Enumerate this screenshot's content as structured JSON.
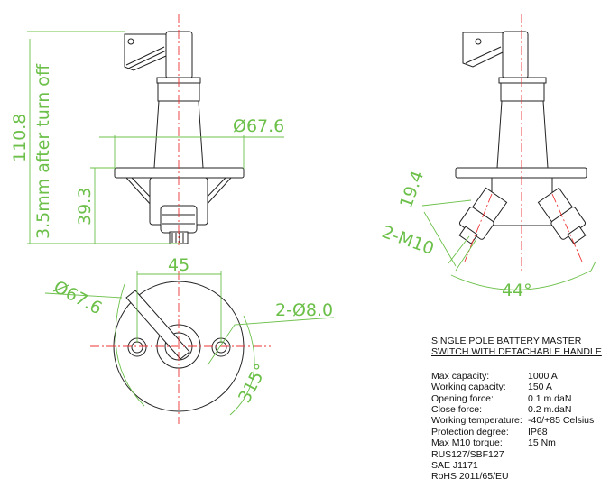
{
  "dimensions": {
    "height_total": "110.8",
    "height_note": "3.5mm after turn off",
    "height_lower": "39.3",
    "flange_diameter_side": "Ø67.6",
    "terminal_height": "19.4",
    "terminal_thread": "2-M10",
    "terminal_angle": "44°",
    "hole_spacing": "45",
    "flange_diameter_bottom": "Ø67.6",
    "hole_diameter": "2-Ø8.0",
    "rotation_angle": "315°"
  },
  "spec": {
    "title_line1": "SINGLE POLE BATTERY MASTER",
    "title_line2": "SWITCH WITH DETACHABLE HANDLE",
    "rows": [
      {
        "label": "Max capacity:",
        "value": "1000 A"
      },
      {
        "label": "Working capacity:",
        "value": "150 A"
      },
      {
        "label": "Opening force:",
        "value": "0.1 m.daN"
      },
      {
        "label": "Close force:",
        "value": "0.2 m.daN"
      },
      {
        "label": "Working temperature:",
        "value": "-40/+85 Celsius"
      },
      {
        "label": "Protection degree:",
        "value": "IP68"
      },
      {
        "label": "Max M10 torque:",
        "value": "15 Nm"
      }
    ],
    "standards": [
      "RUS127/SBF127",
      "SAE J1171",
      "RoHS 2011/65/EU"
    ]
  }
}
